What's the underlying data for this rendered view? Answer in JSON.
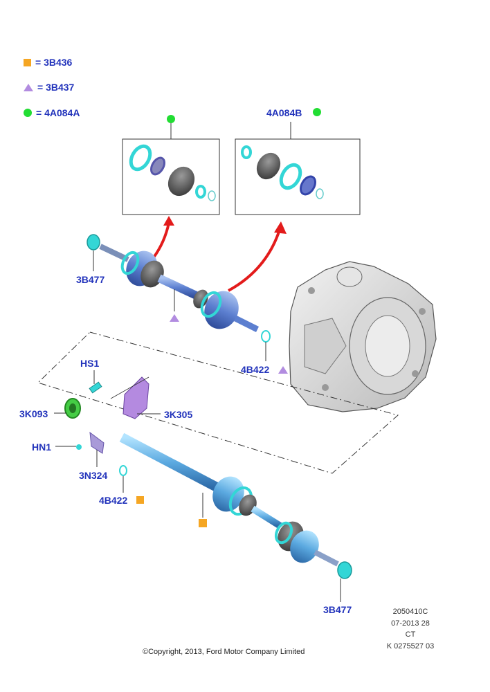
{
  "legend": {
    "square": "= 3B436",
    "triangle": "= 3B437",
    "circle": "= 4A084A"
  },
  "labels": {
    "kit_left": "",
    "kit_right": "4A084B",
    "nut_top": "3B477",
    "clip_upper": "4B422",
    "bolt": "HS1",
    "seal": "3K093",
    "bracket": "3K305",
    "nut_small": "HN1",
    "retainer": "3N324",
    "clip_lower": "4B422",
    "nut_bottom": "3B477"
  },
  "footer": {
    "ref1": "2050410C",
    "ref2": "07-2013 28",
    "ref3": "CT",
    "ref4": "K 0275527 03",
    "copyright": "©Copyright, 2013, Ford Motor Company Limited"
  },
  "colors": {
    "label_blue": "#2233bb",
    "square_orange": "#f5a623",
    "triangle_purple": "#b28ce0",
    "circle_green": "#22dd33",
    "part_cyan": "#33d6d6",
    "shaft_blue": "#5c7fd0",
    "arrow_red": "#e31b1b"
  }
}
